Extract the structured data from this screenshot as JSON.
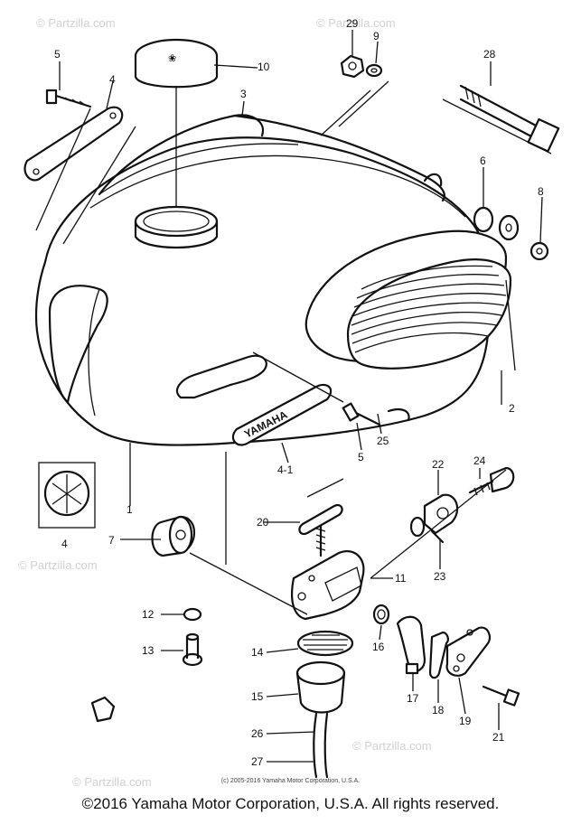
{
  "watermark_text": "© Partzilla.com",
  "tank_badge_text": "YAMAHA",
  "small_copyright": "(c) 2005-2016 Yamaha Motor Corporation, U.S.A.",
  "copyright": "©2016 Yamaha Motor Corporation, U.S.A. All rights reserved.",
  "callouts": {
    "c1": "1",
    "c2": "2",
    "c3": "3",
    "c4a": "4",
    "c4b": "4",
    "c41": "4-1",
    "c5a": "5",
    "c5b": "5",
    "c6": "6",
    "c7": "7",
    "c8": "8",
    "c9": "9",
    "c10": "10",
    "c11": "11",
    "c12": "12",
    "c13": "13",
    "c14": "14",
    "c15": "15",
    "c16": "16",
    "c17": "17",
    "c18": "18",
    "c19": "19",
    "c20": "20",
    "c21": "21",
    "c22": "22",
    "c23": "23",
    "c24": "24",
    "c25": "25",
    "c26": "26",
    "c27": "27",
    "c28": "28",
    "c29": "29"
  }
}
